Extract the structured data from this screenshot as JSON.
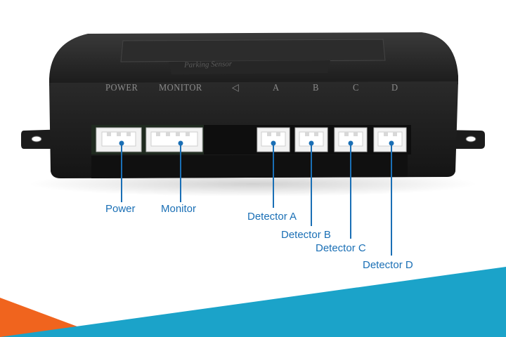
{
  "device": {
    "top_text": "Parking Sensor",
    "panel_labels": {
      "power": "POWER",
      "monitor": "MONITOR",
      "speaker": "◁",
      "a": "A",
      "b": "B",
      "c": "C",
      "d": "D"
    }
  },
  "callouts": {
    "power": "Power",
    "monitor": "Monitor",
    "detector_a": "Detector A",
    "detector_b": "Detector B",
    "detector_c": "Detector C",
    "detector_d": "Detector D"
  },
  "colors": {
    "body": "#1e1e1e",
    "callout": "#1a6fb5",
    "accent_orange": "#f0641e",
    "accent_teal": "#1ba3c9"
  }
}
